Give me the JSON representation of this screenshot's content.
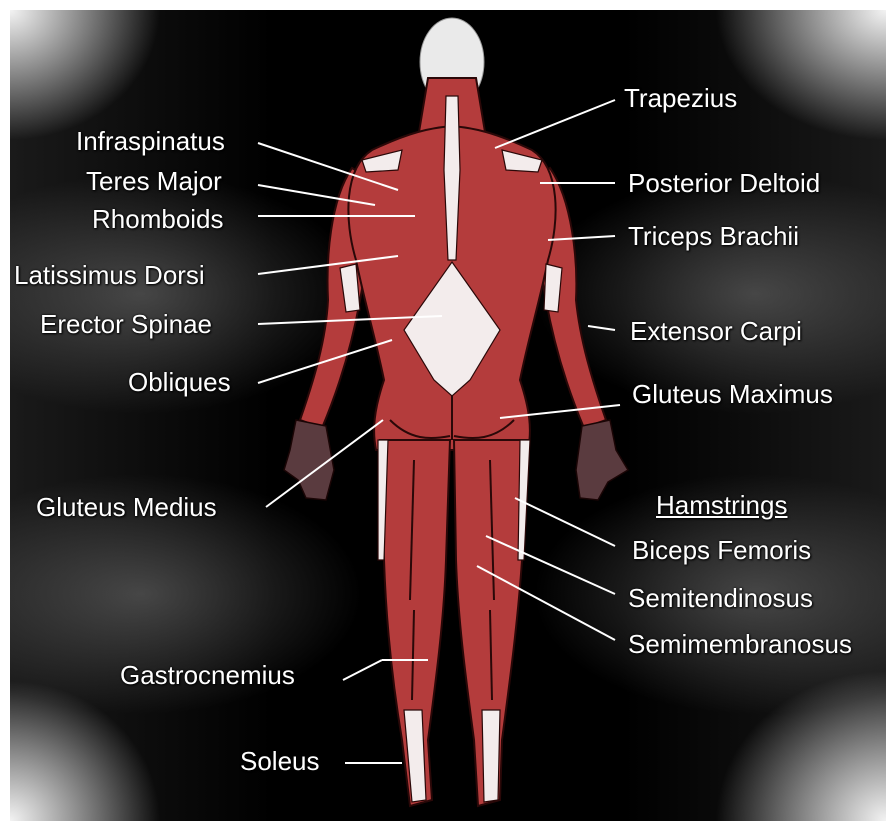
{
  "labels": {
    "trapezius": "Trapezius",
    "infraspinatus": "Infraspinatus",
    "posterior_deltoid": "Posterior Deltoid",
    "teres_major": "Teres Major",
    "rhomboids": "Rhomboids",
    "triceps_brachii": "Triceps Brachii",
    "latissimus_dorsi": "Latissimus Dorsi",
    "erector_spinae": "Erector Spinae",
    "extensor_carpi": "Extensor Carpi",
    "obliques": "Obliques",
    "gluteus_maximus": "Gluteus Maximus",
    "gluteus_medius": "Gluteus Medius",
    "hamstrings_heading": "Hamstrings",
    "biceps_femoris": "Biceps Femoris",
    "semitendinosus": "Semitendinosus",
    "semimembranosus": "Semimembranosus",
    "gastrocnemius": "Gastrocnemius",
    "soleus": "Soleus"
  },
  "colors": {
    "muscle": "#b43c3c",
    "tendon": "#f3ecec",
    "background": "#000000",
    "label_text": "#ffffff"
  }
}
